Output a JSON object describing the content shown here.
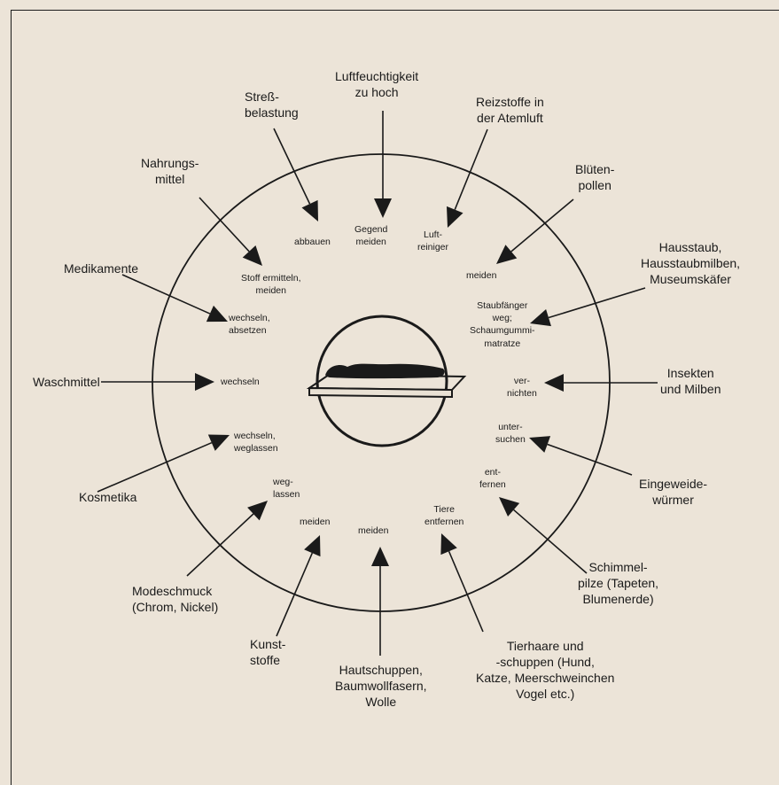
{
  "colors": {
    "paper": "#ece4d8",
    "ink": "#1a1a1a"
  },
  "center_icon": "person-lying-on-bed-icon",
  "factors": [
    {
      "id": "stress",
      "cause": "Streß-\nbelastung",
      "action": "abbauen"
    },
    {
      "id": "humidity",
      "cause": "Luftfeuchtigkeit\nzu hoch",
      "action": "Gegend\nmeiden"
    },
    {
      "id": "irritants",
      "cause": "Reizstoffe in\nder Atemluft",
      "action": "Luft-\nreiniger"
    },
    {
      "id": "pollen",
      "cause": "Blüten-\npollen",
      "action": "meiden"
    },
    {
      "id": "dust",
      "cause": "Hausstaub,\nHausstaubmilben,\nMuseumskäfer",
      "action": "Staubfänger\nweg;\nSchaumgummi-\nmatratze"
    },
    {
      "id": "insects",
      "cause": "Insekten\nund Milben",
      "action": "ver-\nnichten"
    },
    {
      "id": "worms",
      "cause": "Eingeweide-\nwürmer",
      "action": "unter-\nsuchen"
    },
    {
      "id": "mold",
      "cause": "Schimmel-\npilze (Tapeten,\nBlumenerde)",
      "action": "ent-\nfernen"
    },
    {
      "id": "animals",
      "cause": "Tierhaare und\n-schuppen (Hund,\nKatze, Meerschweinchen\nVogel etc.)",
      "action": "Tiere\nentfernen"
    },
    {
      "id": "dander",
      "cause": "Hautschuppen,\nBaumwollfasern,\nWolle",
      "action": "meiden"
    },
    {
      "id": "plastics",
      "cause": "Kunst-\nstoffe",
      "action": "meiden"
    },
    {
      "id": "jewelry",
      "cause": "Modeschmuck\n(Chrom, Nickel)",
      "action": "weg-\nlassen"
    },
    {
      "id": "cosmetics",
      "cause": "Kosmetika",
      "action": "wechseln,\nweglassen"
    },
    {
      "id": "detergent",
      "cause": "Waschmittel",
      "action": "wechseln"
    },
    {
      "id": "medication",
      "cause": "Medikamente",
      "action": "wechseln,\nabsetzen"
    },
    {
      "id": "food",
      "cause": "Nahrungs-\nmittel",
      "action": "Stoff ermitteln,\nmeiden"
    }
  ]
}
